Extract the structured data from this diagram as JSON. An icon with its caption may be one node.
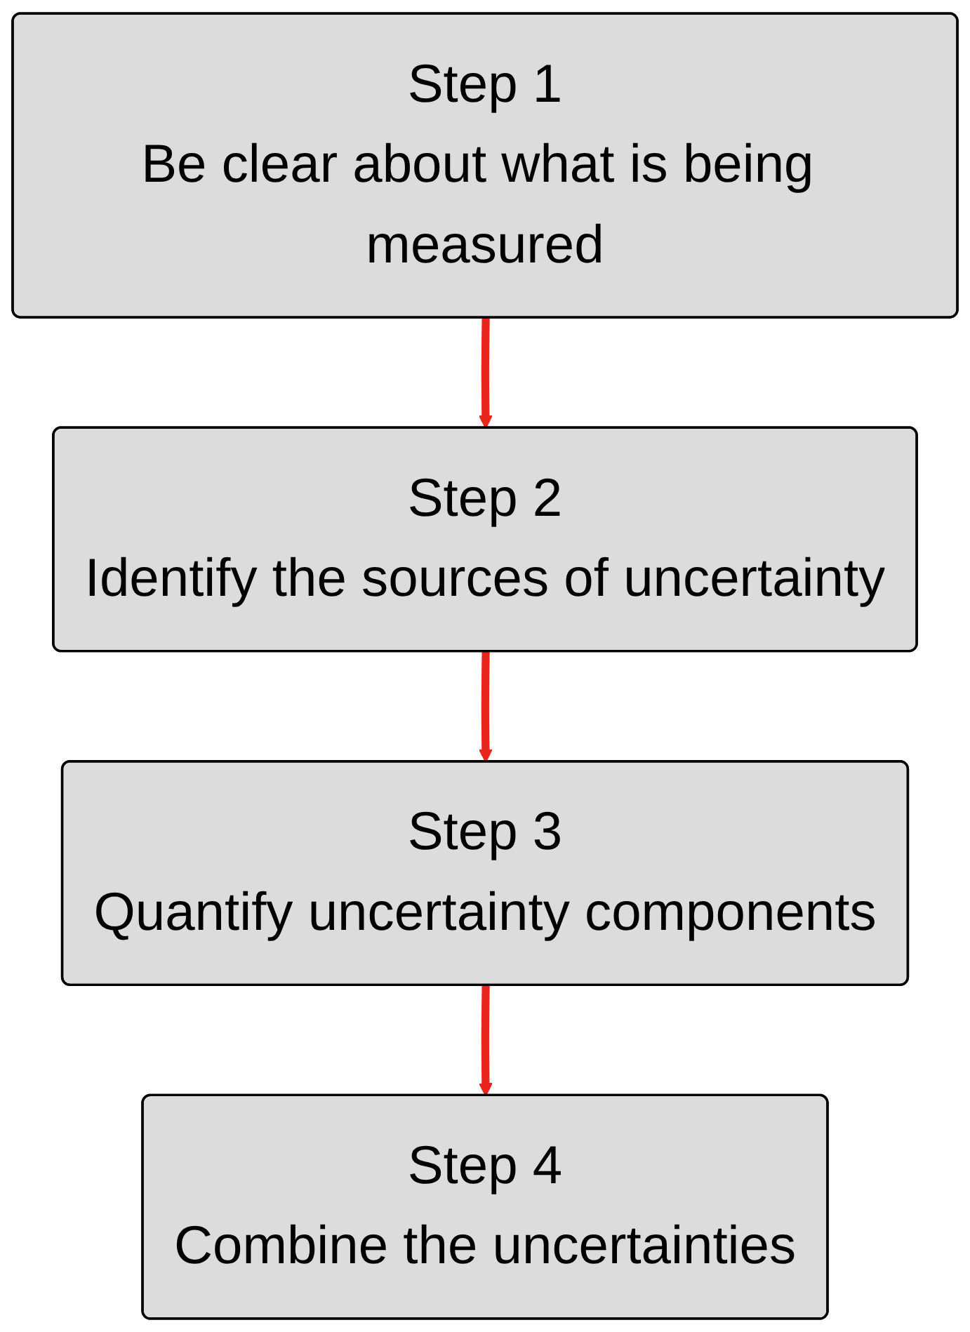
{
  "diagram": {
    "nodes": [
      {
        "text": [
          "Step 1",
          "Be clear about what is being measured"
        ]
      },
      {
        "text": [
          "Step 2",
          "Identify the sources of uncertainty"
        ]
      },
      {
        "text": [
          "Step 3",
          "Quantify uncertainty components"
        ]
      },
      {
        "text": [
          "Step 4",
          "Combine the uncertainties"
        ]
      }
    ],
    "edges": [
      {
        "from": 0,
        "to": 1,
        "arrow": "to"
      },
      {
        "from": 1,
        "to": 2,
        "arrow": "to"
      },
      {
        "from": 2,
        "to": 3,
        "arrow": "to"
      }
    ]
  }
}
